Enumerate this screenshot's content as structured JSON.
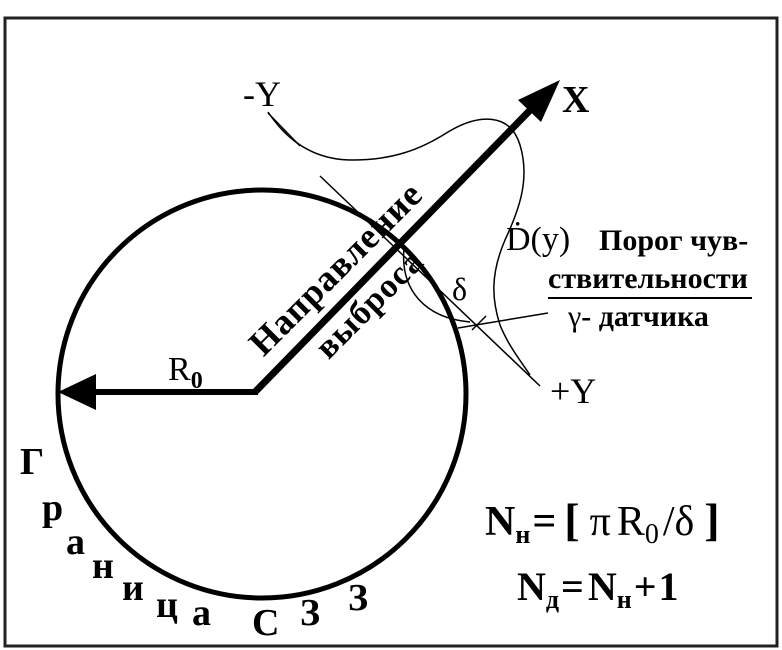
{
  "axes": {
    "x_label": "X",
    "neg_y_label": "-Y",
    "pos_y_label": "+Y"
  },
  "radius": {
    "symbol": "R",
    "subscript": "0"
  },
  "direction": {
    "line1": "Направление",
    "line2": "выброса"
  },
  "dose_function": {
    "label": "Ḋ(y)"
  },
  "threshold": {
    "line1": "Порог чув-",
    "line2": "ствительности",
    "line3_symbol": "γ",
    "line3_text": "- датчика"
  },
  "delta": {
    "symbol": "δ"
  },
  "boundary": {
    "letters": [
      "Г",
      "р",
      "а",
      "н",
      "и",
      "ц",
      "а",
      "С",
      "З",
      "З"
    ]
  },
  "formula_nn": {
    "lhs_main": "N",
    "lhs_sub": "н",
    "equals": "=",
    "lbracket": "[",
    "pi": "π",
    "r": "R",
    "r_sub": "0",
    "slash": "/",
    "delta": "δ",
    "rbracket": "]"
  },
  "formula_nd": {
    "lhs_main": "N",
    "lhs_sub": "д",
    "equals": "=",
    "rhs_main": "N",
    "rhs_sub": "н",
    "plus": "+",
    "one": "1"
  },
  "colors": {
    "ink": "#000000",
    "frame": "#222222",
    "background": "#ffffff"
  }
}
